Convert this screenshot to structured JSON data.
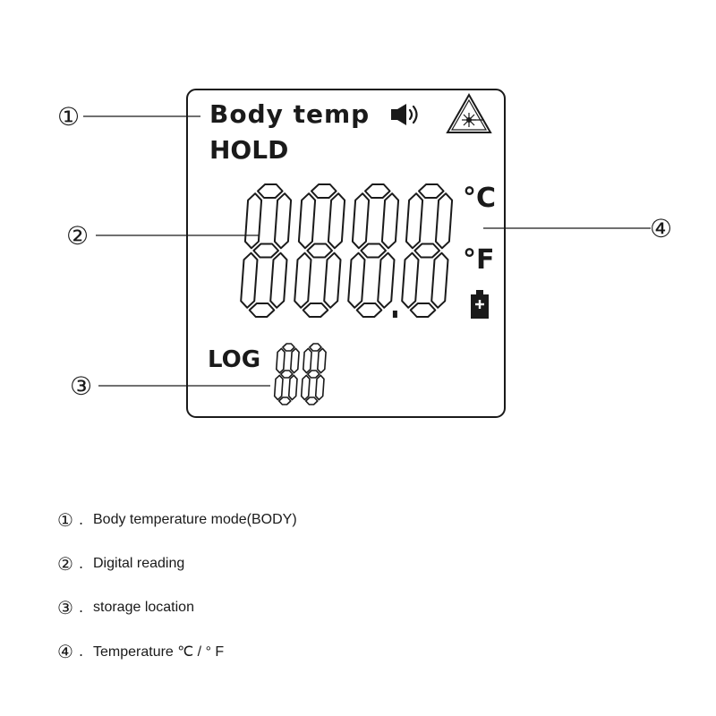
{
  "lcd": {
    "mode_label": "Body temp",
    "hold_label": "HOLD",
    "digits": "888.8",
    "unit_celsius": "°C",
    "unit_fahrenheit": "°F",
    "log_label": "LOG",
    "log_digits": "88",
    "speaker_icon": "speaker-icon",
    "laser_icon": "laser-warning-icon",
    "battery_icon": "battery-icon"
  },
  "callouts": {
    "c1": "①",
    "c2": "②",
    "c3": "③",
    "c4": "④"
  },
  "legend": [
    {
      "num": "①",
      "sep": ".",
      "text": "Body temperature mode(BODY)"
    },
    {
      "num": "②",
      "sep": ".",
      "text": "Digital reading"
    },
    {
      "num": "③",
      "sep": ".",
      "text": "storage location"
    },
    {
      "num": "④",
      "sep": ".",
      "text": "Temperature ℃ / ° F"
    }
  ],
  "colors": {
    "ink": "#1a1a1a",
    "background": "#ffffff"
  }
}
